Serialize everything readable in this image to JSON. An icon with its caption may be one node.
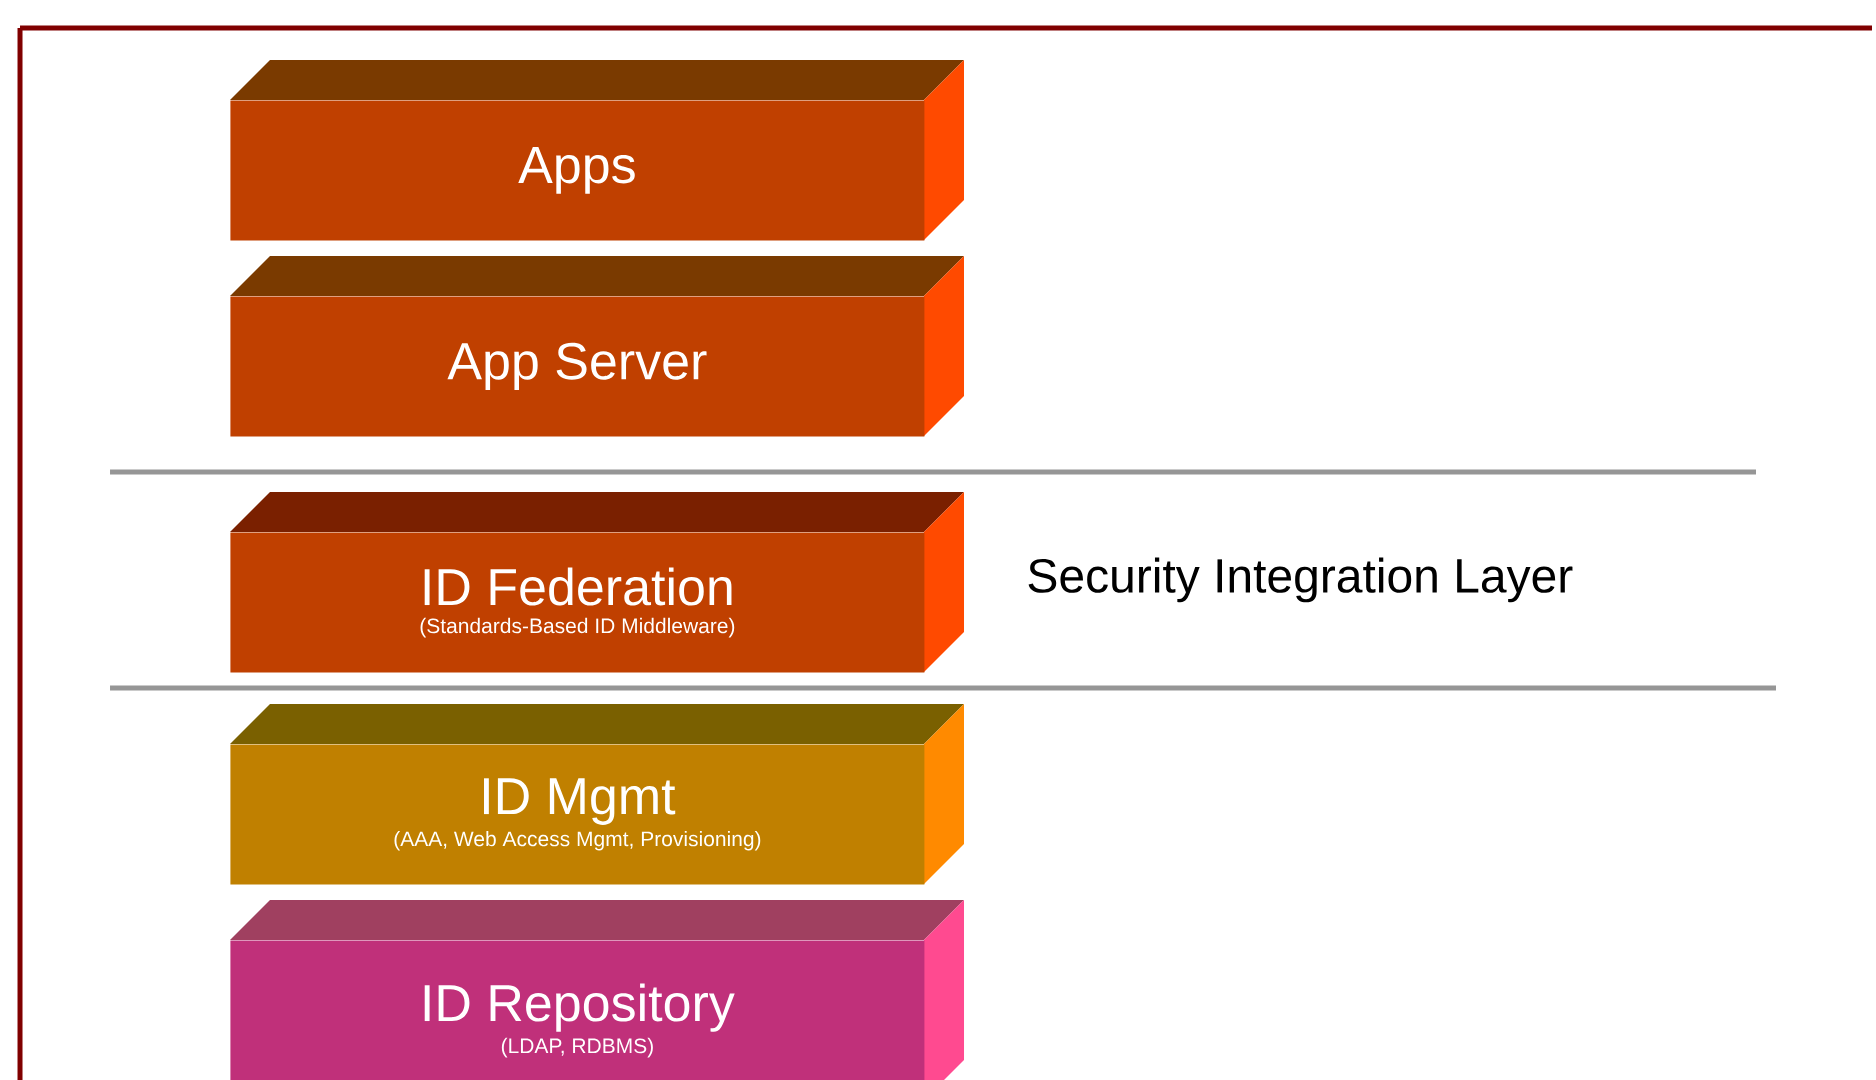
{
  "diagram": {
    "nodes": [
      {
        "text": [
          "Apps"
        ]
      },
      {
        "text": [
          "App Server"
        ]
      },
      {
        "text": [
          "ID Federation",
          "(Standards-Based ID Middleware)"
        ]
      },
      {
        "text": [
          "ID Mgmt",
          "(AAA, Web Access Mgmt, Provisioning)"
        ]
      },
      {
        "text": [
          "ID Repository",
          "(LDAP, RDBMS)"
        ]
      }
    ],
    "labels": [
      "Security Integration Layer"
    ]
  }
}
